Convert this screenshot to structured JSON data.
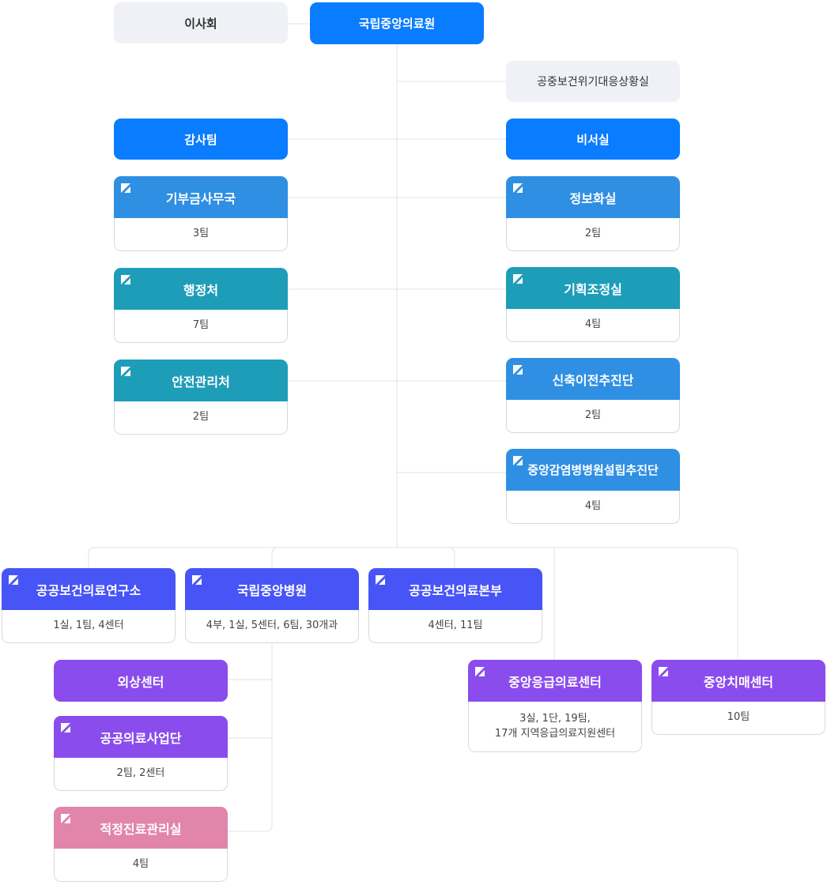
{
  "colors": {
    "primary": "#0a7cff",
    "light_blue": "#2f8fe3",
    "teal": "#1e9db9",
    "indigo": "#4754f6",
    "violet": "#8a4ced",
    "pink": "#e285aa",
    "grey": "#eff1f6",
    "line": "#dfe3e8"
  },
  "top": {
    "board": "이사회",
    "root": "국립중앙의료원",
    "crisis_room": "공중보건위기대응상황실",
    "audit_team": "감사팀",
    "secretariat": "비서실"
  },
  "left_units": [
    {
      "name": "기부금사무국",
      "detail": "3팀",
      "icon": "edit-icon"
    },
    {
      "name": "행정처",
      "detail": "7팀",
      "icon": "edit-icon"
    },
    {
      "name": "안전관리처",
      "detail": "2팀",
      "icon": "edit-icon"
    }
  ],
  "right_units": [
    {
      "name": "정보화실",
      "detail": "2팀",
      "icon": "edit-icon"
    },
    {
      "name": "기획조정실",
      "detail": "4팀",
      "icon": "edit-icon"
    },
    {
      "name": "신축이전추진단",
      "detail": "2팀",
      "icon": "edit-icon"
    },
    {
      "name": "중앙감염병병원설립추진단",
      "detail": "4팀",
      "icon": "edit-icon"
    }
  ],
  "divisions": [
    {
      "name": "공공보건의료연구소",
      "detail": "1실, 1팀, 4센터",
      "icon": "edit-icon"
    },
    {
      "name": "국립중앙병원",
      "detail": "4부, 1실, 5센터, 6팀, 30개과",
      "icon": "edit-icon"
    },
    {
      "name": "공공보건의료본부",
      "detail": "4센터, 11팀",
      "icon": "edit-icon"
    }
  ],
  "hospital_units": [
    {
      "name": "외상센터"
    },
    {
      "name": "공공의료사업단",
      "detail": "2팀, 2센터",
      "icon": "edit-icon"
    },
    {
      "name": "적정진료관리실",
      "detail": "4팀",
      "icon": "edit-icon"
    }
  ],
  "centers": [
    {
      "name": "중앙응급의료센터",
      "detail_line1": "3실, 1단, 19팀,",
      "detail_line2": "17개 지역응급의료지원센터",
      "icon": "edit-icon"
    },
    {
      "name": "중앙치매센터",
      "detail": "10팀",
      "icon": "edit-icon"
    }
  ]
}
